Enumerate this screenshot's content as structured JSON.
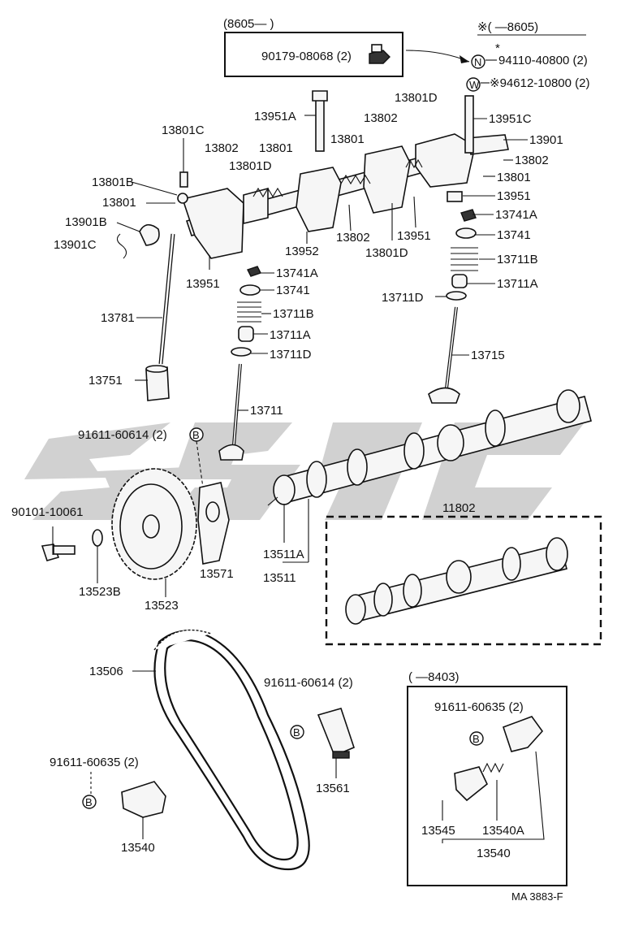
{
  "watermark": {
    "color": "#c9c9c9"
  },
  "boxes": {
    "top_left_range": "(8605—          )",
    "top_right_range": "※(          —8605)",
    "inset_range": "(      —8403)",
    "bottom_code": "MA 3883-F"
  },
  "markers": {
    "n": "N",
    "w": "W",
    "b": "B",
    "star": "*"
  },
  "labels": {
    "p90179": "90179-08068 (2)",
    "p94110": "94110-40800 (2)",
    "p94612": "※94612-10800 (2)",
    "p13951A": "13951A",
    "p13801D_top": "13801D",
    "p13951C": "13951C",
    "p13801C": "13801C",
    "p13802_a": "13802",
    "p13802_b": "13802",
    "p13801_a": "13801",
    "p13801_b": "13801",
    "p13901": "13901",
    "p13801D_mid": "13801D",
    "p13802_c": "13802",
    "p13801B": "13801B",
    "p13801_c": "13801",
    "p13801_d": "13801",
    "p13951_r": "13951",
    "p13901B": "13901B",
    "p13741A_r": "13741A",
    "p13901C": "13901C",
    "p13952": "13952",
    "p13802_d": "13802",
    "p13951_m": "13951",
    "p13741_r": "13741",
    "p13801D_low": "13801D",
    "p13711B": "13711B",
    "p13951_l": "13951",
    "p13741A_l": "13741A",
    "p13711A_r": "13711A",
    "p13741_l": "13741",
    "p13711D_r": "13711D",
    "p13711B_l": "13711B",
    "p13781": "13781",
    "p13711A_l": "13711A",
    "p13715": "13715",
    "p13711D_l": "13711D",
    "p13751": "13751",
    "p13711": "13711",
    "p91611_a": "91611-60614 (2)",
    "p11802": "11802",
    "p90101": "90101-10061",
    "p13511A": "13511A",
    "p13571": "13571",
    "p13523B": "13523B",
    "p13511": "13511",
    "p13523": "13523",
    "p13506": "13506",
    "p91611_b": "91611-60614 (2)",
    "p91611_c": "91611-60635 (2)",
    "p91611_d": "91611-60635 (2)",
    "p13561": "13561",
    "p13545": "13545",
    "p13540A": "13540A",
    "p13540_inset": "13540",
    "p13540": "13540"
  }
}
